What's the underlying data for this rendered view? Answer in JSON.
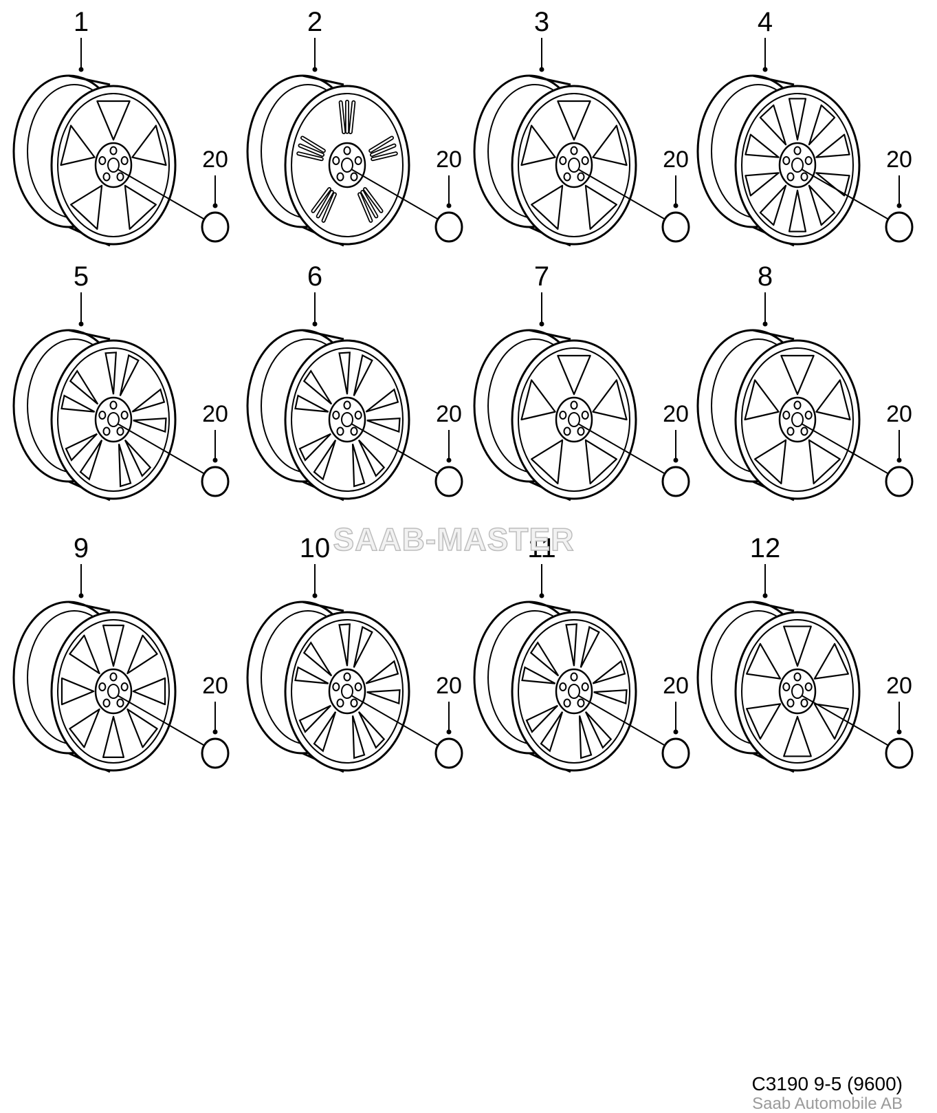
{
  "watermark": "SAAB-MASTER",
  "parts": [
    {
      "number": "1",
      "spokes": 5,
      "style": "slot"
    },
    {
      "number": "2",
      "spokes": 5,
      "style": "multi"
    },
    {
      "number": "3",
      "spokes": 5,
      "style": "slot"
    },
    {
      "number": "4",
      "spokes": 10,
      "style": "slot"
    },
    {
      "number": "5",
      "spokes": 5,
      "style": "split"
    },
    {
      "number": "6",
      "spokes": 5,
      "style": "split"
    },
    {
      "number": "7",
      "spokes": 5,
      "style": "slot"
    },
    {
      "number": "8",
      "spokes": 5,
      "style": "slot"
    },
    {
      "number": "9",
      "spokes": 8,
      "style": "slot"
    },
    {
      "number": "10",
      "spokes": 5,
      "style": "split"
    },
    {
      "number": "11",
      "spokes": 5,
      "style": "split"
    },
    {
      "number": "12",
      "spokes": 6,
      "style": "slot"
    }
  ],
  "cap_number": "20",
  "caption": {
    "code": "C3190 9-5 (9600)",
    "company": "Saab Automobile AB"
  }
}
